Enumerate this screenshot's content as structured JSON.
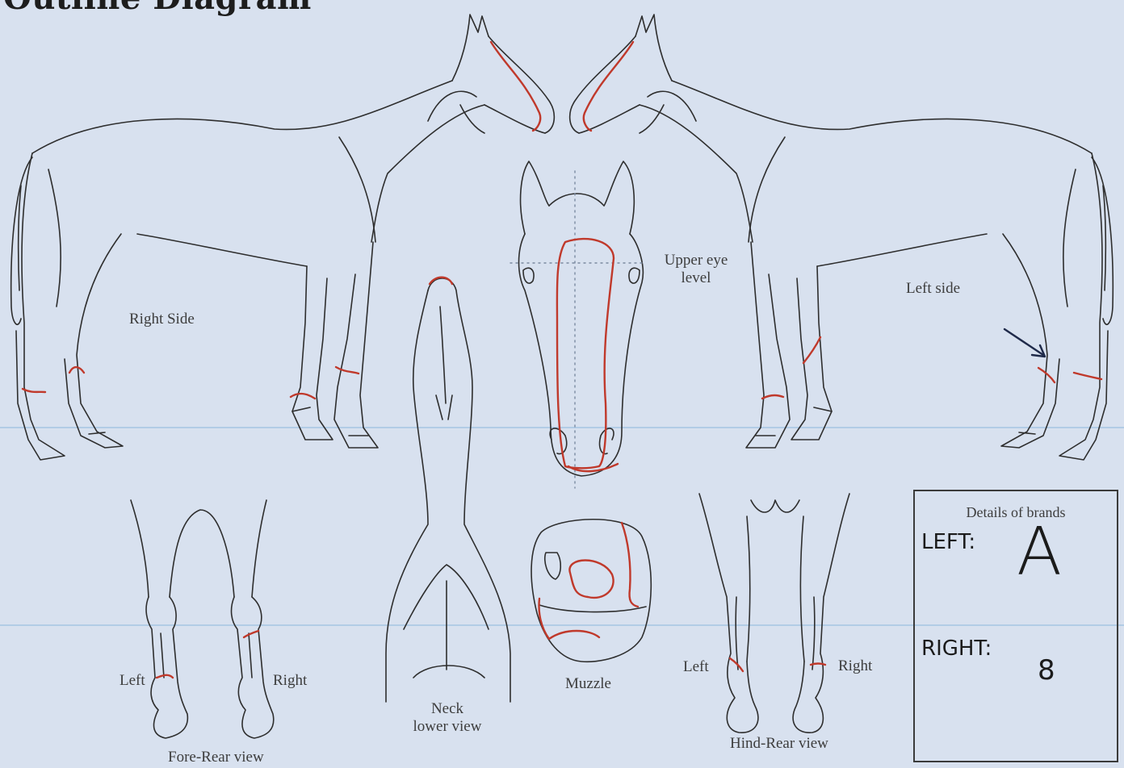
{
  "title": "Outline Diagram",
  "views": {
    "right_side": "Right Side",
    "left_side": "Left side",
    "upper_eye_level_line1": "Upper eye",
    "upper_eye_level_line2": "level",
    "neck_line1": "Neck",
    "neck_line2": "lower view",
    "muzzle": "Muzzle",
    "fore_rear": "Fore-Rear view",
    "fore_left": "Left",
    "fore_right": "Right",
    "hind_rear": "Hind-Rear view",
    "hind_left": "Left",
    "hind_right": "Right"
  },
  "brands": {
    "heading": "Details of brands",
    "left_label": "LEFT:",
    "left_value": "A",
    "right_label": "RIGHT:",
    "right_value": "8"
  },
  "colors": {
    "background": "#d8e1ef",
    "outline": "#2e2e2e",
    "marking": "#c0392b",
    "rule_line": "#9bbfe0"
  }
}
